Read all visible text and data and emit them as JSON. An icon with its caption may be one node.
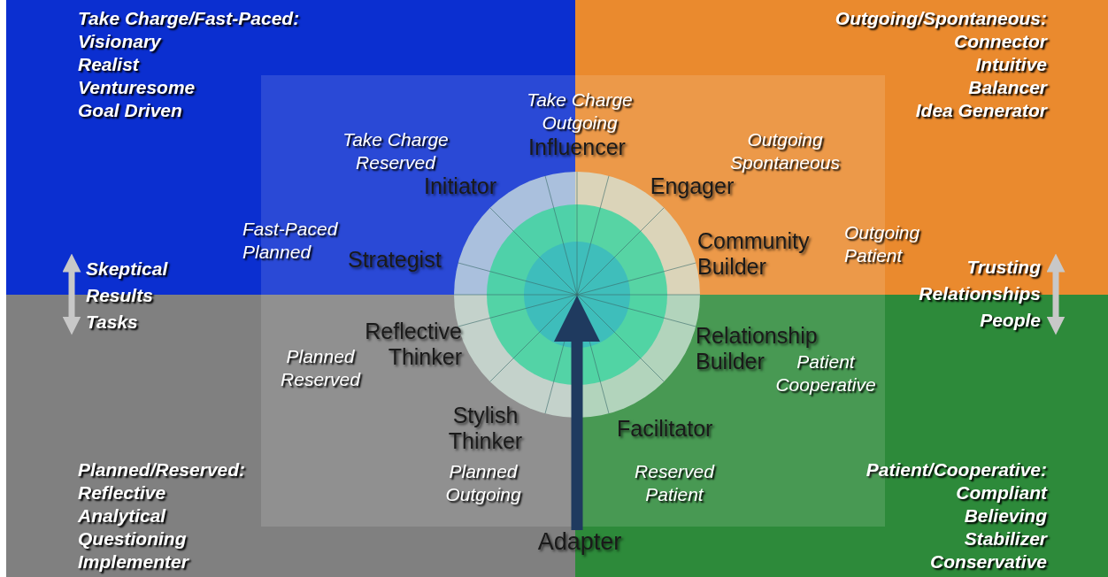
{
  "diagram": {
    "nodes": [
      {
        "text": [
          "Take Charge/Fast-Paced:",
          "Visionary",
          "Realist",
          "Venturesome",
          "Goal Driven"
        ]
      },
      {
        "text": [
          "Outgoing/Spontaneous:",
          "Connector",
          "Intuitive",
          "Balancer",
          "Idea Generator"
        ]
      },
      {
        "text": [
          "Planned/Reserved:",
          "Reflective",
          "Analytical",
          "Questioning",
          "Implementer"
        ]
      },
      {
        "text": [
          "Patient/Cooperative:",
          "Compliant",
          "Believing",
          "Stabilizer",
          "Conservative"
        ]
      },
      {
        "text": [
          "Adapter"
        ]
      },
      {
        "text": [],
        "shape": "circle"
      }
    ],
    "edges": [
      {
        "from": 4,
        "to": 5,
        "arrow": "to"
      }
    ],
    "labels": [
      "Take Charge Outgoing",
      "Influencer",
      "Take Charge Reserved",
      "Outgoing Spontaneous",
      "Initiator",
      "Engager",
      "Fast-Paced Planned",
      "Strategist",
      "Community Builder",
      "Outgoing Patient",
      "Skeptical",
      "Results",
      "Tasks",
      "Trusting",
      "Relationships",
      "People",
      "Reflective Thinker",
      "Relationship Builder",
      "Planned Reserved",
      "Patient Cooperative",
      "Stylish Thinker",
      "Facilitator",
      "Planned Outgoing",
      "Reserved Patient"
    ]
  }
}
